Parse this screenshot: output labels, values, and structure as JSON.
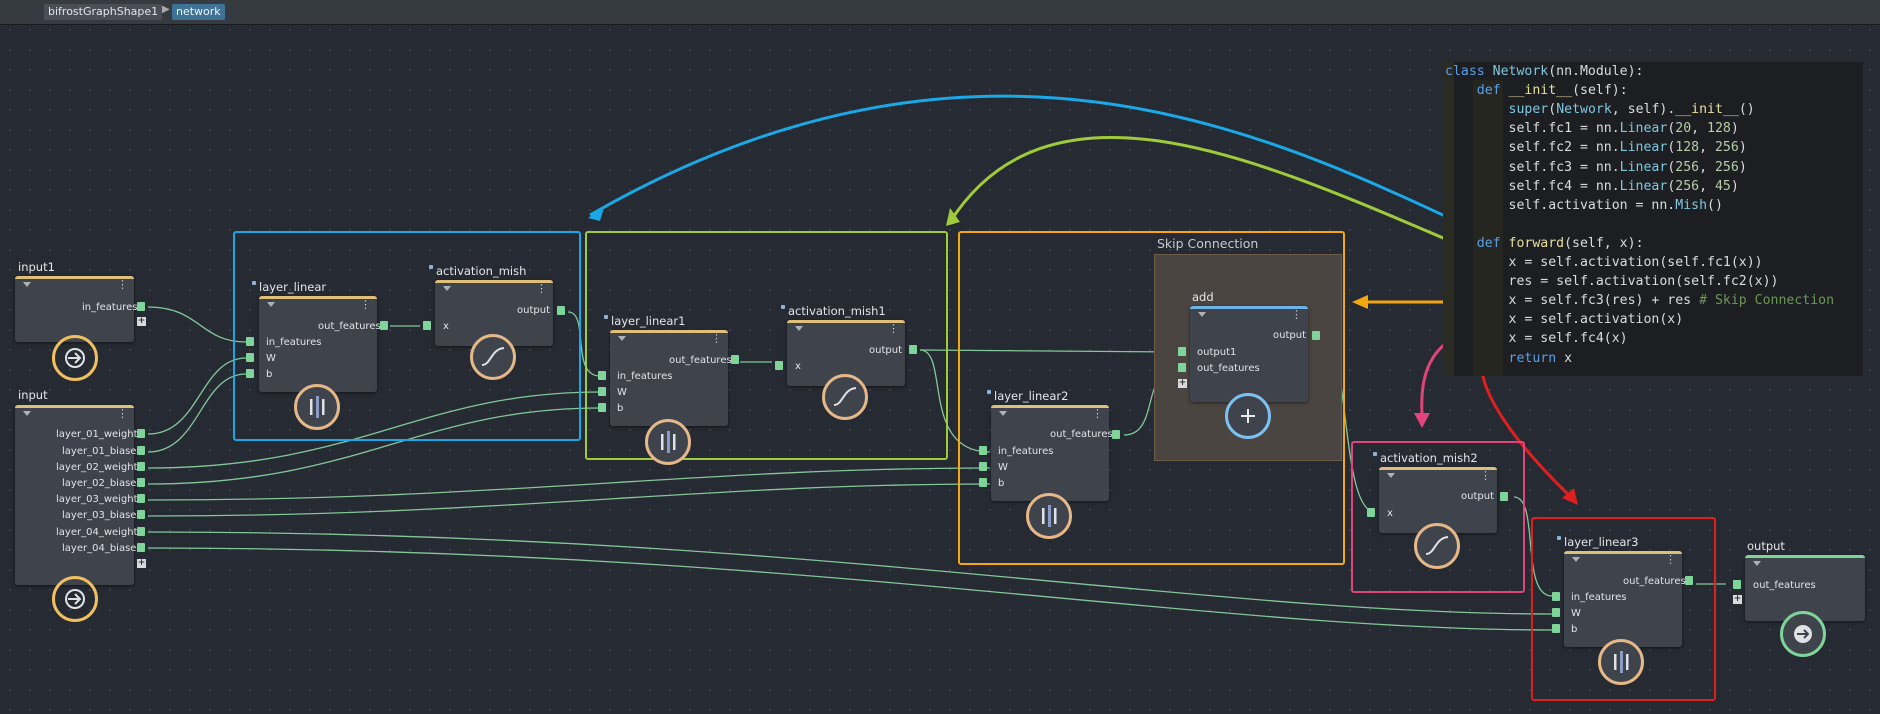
{
  "breadcrumb": {
    "items": [
      "bifrostGraphShape1",
      "network"
    ]
  },
  "frames": {
    "skip_label": "Skip Connection"
  },
  "nodes": {
    "input1": {
      "title": "input1",
      "ports": [
        "in_features"
      ]
    },
    "input": {
      "title": "input",
      "ports": [
        "layer_01_weights",
        "layer_01_biases",
        "layer_02_weights",
        "layer_02_biases",
        "layer_03_weights",
        "layer_03_biases",
        "layer_04_weights",
        "layer_04_biases"
      ]
    },
    "layer_linear": {
      "title": "layer_linear",
      "output": "out_features",
      "inputs": [
        "in_features",
        "W",
        "b"
      ]
    },
    "activation_mish": {
      "title": "activation_mish",
      "output": "output",
      "input": "x"
    },
    "layer_linear1": {
      "title": "layer_linear1",
      "output": "out_features",
      "inputs": [
        "in_features",
        "W",
        "b"
      ]
    },
    "activation_mish1": {
      "title": "activation_mish1",
      "output": "output",
      "input": "x"
    },
    "layer_linear2": {
      "title": "layer_linear2",
      "output": "out_features",
      "inputs": [
        "in_features",
        "W",
        "b"
      ]
    },
    "add": {
      "title": "add",
      "output": "output",
      "inputs": [
        "output1",
        "out_features"
      ]
    },
    "activation_mish2": {
      "title": "activation_mish2",
      "output": "output",
      "input": "x"
    },
    "layer_linear3": {
      "title": "layer_linear3",
      "output": "out_features",
      "inputs": [
        "in_features",
        "W",
        "b"
      ]
    },
    "output": {
      "title": "output",
      "inputs": [
        "out_features"
      ]
    }
  },
  "code": {
    "lines": [
      [
        [
          "kw",
          "class "
        ],
        [
          "cls",
          "Network"
        ],
        [
          "txt",
          "(nn.Module):"
        ]
      ],
      [
        [
          "txt",
          "    "
        ],
        [
          "kw",
          "def "
        ],
        [
          "fn",
          "__init__"
        ],
        [
          "txt",
          "(self):"
        ]
      ],
      [
        [
          "txt",
          "        "
        ],
        [
          "cls",
          "super"
        ],
        [
          "txt",
          "("
        ],
        [
          "cls",
          "Network"
        ],
        [
          "txt",
          ", self)."
        ],
        [
          "fn",
          "__init__"
        ],
        [
          "txt",
          "()"
        ]
      ],
      [
        [
          "txt",
          "        self.fc1 = nn."
        ],
        [
          "cls",
          "Linear"
        ],
        [
          "txt",
          "("
        ],
        [
          "num",
          "20"
        ],
        [
          "txt",
          ", "
        ],
        [
          "num",
          "128"
        ],
        [
          "txt",
          ")"
        ]
      ],
      [
        [
          "txt",
          "        self.fc2 = nn."
        ],
        [
          "cls",
          "Linear"
        ],
        [
          "txt",
          "("
        ],
        [
          "num",
          "128"
        ],
        [
          "txt",
          ", "
        ],
        [
          "num",
          "256"
        ],
        [
          "txt",
          ")"
        ]
      ],
      [
        [
          "txt",
          "        self.fc3 = nn."
        ],
        [
          "cls",
          "Linear"
        ],
        [
          "txt",
          "("
        ],
        [
          "num",
          "256"
        ],
        [
          "txt",
          ", "
        ],
        [
          "num",
          "256"
        ],
        [
          "txt",
          ")"
        ]
      ],
      [
        [
          "txt",
          "        self.fc4 = nn."
        ],
        [
          "cls",
          "Linear"
        ],
        [
          "txt",
          "("
        ],
        [
          "num",
          "256"
        ],
        [
          "txt",
          ", "
        ],
        [
          "num",
          "45"
        ],
        [
          "txt",
          ")"
        ]
      ],
      [
        [
          "txt",
          "        self.activation = nn."
        ],
        [
          "cls",
          "Mish"
        ],
        [
          "txt",
          "()"
        ]
      ],
      [
        [
          "txt",
          ""
        ]
      ],
      [
        [
          "txt",
          "    "
        ],
        [
          "kw",
          "def "
        ],
        [
          "fn",
          "forward"
        ],
        [
          "txt",
          "(self, x):"
        ]
      ],
      [
        [
          "txt",
          "        x = self.activation(self.fc1(x))"
        ]
      ],
      [
        [
          "txt",
          "        res = self.activation(self.fc2(x))"
        ]
      ],
      [
        [
          "txt",
          "        x = self.fc3(res) + res "
        ],
        [
          "cmt",
          "# Skip Connection"
        ]
      ],
      [
        [
          "txt",
          "        x = self.activation(x)"
        ]
      ],
      [
        [
          "txt",
          "        x = self.fc4(x)"
        ]
      ],
      [
        [
          "txt",
          "        "
        ],
        [
          "kw",
          "return "
        ],
        [
          "txt",
          "x"
        ]
      ]
    ]
  },
  "colors": {
    "blue": "#1aa8e6",
    "green": "#9ecb3c",
    "orange": "#f5a70f",
    "pink": "#e0447a",
    "red": "#e01f1f"
  }
}
